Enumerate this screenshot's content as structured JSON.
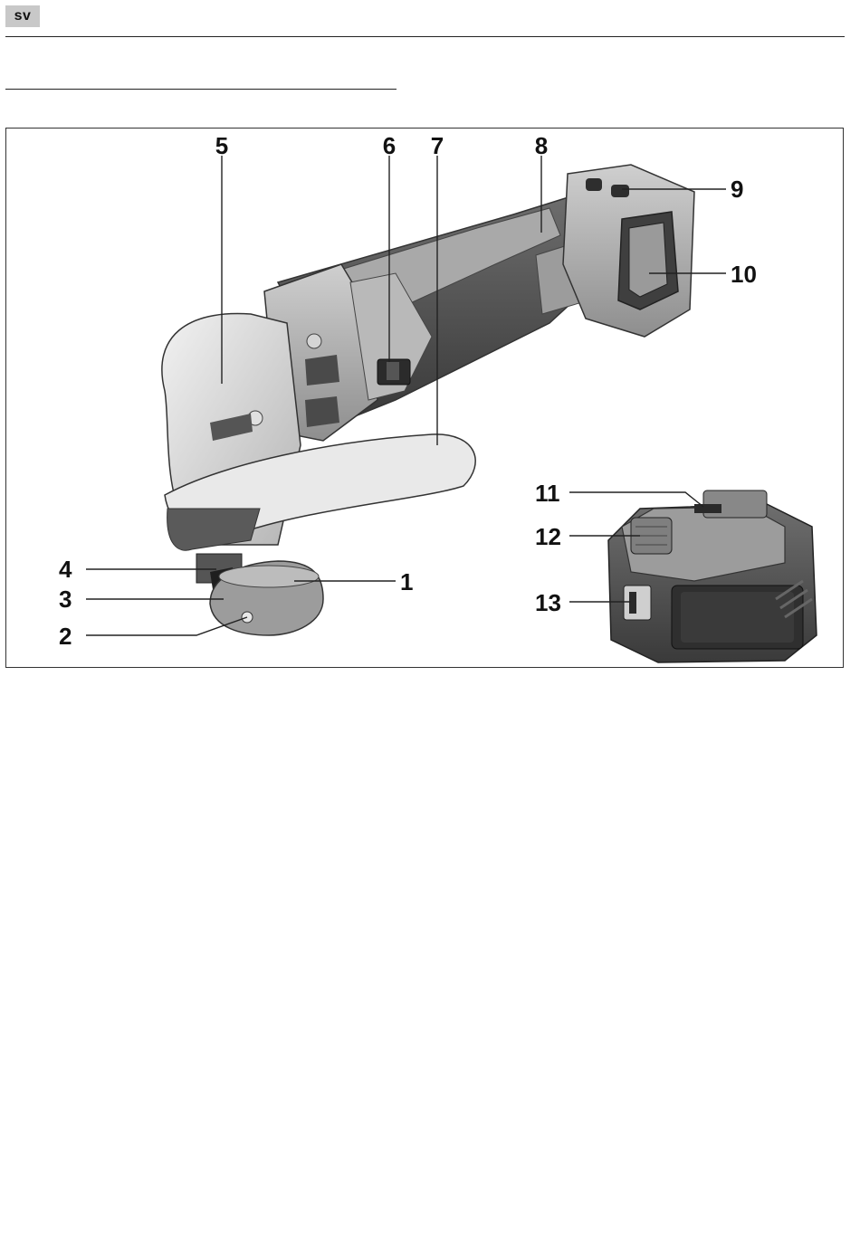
{
  "header": {
    "language_code": "sv"
  },
  "figure": {
    "callouts": [
      "1",
      "2",
      "3",
      "4",
      "5",
      "6",
      "7",
      "8",
      "9",
      "10",
      "11",
      "12",
      "13"
    ]
  }
}
